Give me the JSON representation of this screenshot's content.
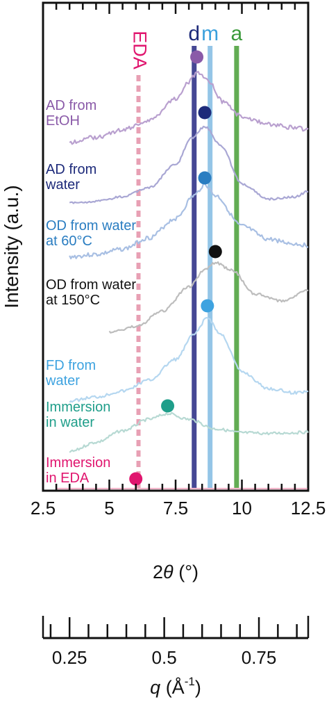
{
  "chart_data": [
    {
      "type": "line",
      "xlabel_prefix": "2",
      "xlabel_symbol": "θ",
      "xlabel_unit": " (°)",
      "ylabel": "Intensity (a.u.)",
      "xlim": [
        2.5,
        12.5
      ],
      "x_ticks": [
        "2.5",
        "5",
        "7.5",
        "10",
        "12.5"
      ],
      "grid": false,
      "reference_lines": [
        {
          "label": "EDA",
          "x": 6.1,
          "color": "#e8a0b4",
          "style": "dashed",
          "label_color": "#e0156e"
        },
        {
          "label": "d",
          "x": 8.2,
          "color": "#3d3f8f",
          "style": "solid",
          "label_color": "#1d2a7a"
        },
        {
          "label": "m",
          "x": 8.8,
          "color": "#8fc2e6",
          "style": "solid",
          "label_color": "#3aa0dc"
        },
        {
          "label": "a",
          "x": 9.8,
          "color": "#5aa84a",
          "style": "solid",
          "label_color": "#3a9a3a"
        }
      ],
      "series": [
        {
          "label_lines": [
            "AD from",
            "EtOH"
          ],
          "color": "#8a5aa8",
          "line_color": "#b9a0cf",
          "peak_x": 8.3,
          "x": [
            3.5,
            4.5,
            5.5,
            6.5,
            7.5,
            8.0,
            8.3,
            8.7,
            9.3,
            10.0,
            11.0,
            12.0,
            12.5
          ],
          "y": [
            0.05,
            0.12,
            0.22,
            0.35,
            0.65,
            0.88,
            1.0,
            0.9,
            0.6,
            0.4,
            0.3,
            0.25,
            0.22
          ]
        },
        {
          "label_lines": [
            "AD from",
            "water"
          ],
          "color": "#1d2a7a",
          "line_color": "#a9a7d4",
          "peak_x": 8.6,
          "x": [
            3.5,
            4.5,
            5.5,
            6.5,
            7.5,
            8.1,
            8.6,
            9.2,
            10.0,
            11.0,
            12.0,
            12.5
          ],
          "y": [
            0.0,
            0.02,
            0.08,
            0.2,
            0.5,
            0.85,
            1.0,
            0.75,
            0.25,
            0.05,
            0.08,
            0.15
          ]
        },
        {
          "label_lines": [
            "OD from water",
            "at 60°C"
          ],
          "color": "#2a7dc1",
          "line_color": "#a8bfe3",
          "peak_x": 8.6,
          "x": [
            3.5,
            4.5,
            5.5,
            6.5,
            7.5,
            8.2,
            8.6,
            9.0,
            10.0,
            11.0,
            12.0,
            12.5
          ],
          "y": [
            0.05,
            0.08,
            0.15,
            0.3,
            0.55,
            0.85,
            1.0,
            0.85,
            0.45,
            0.28,
            0.22,
            0.2
          ]
        },
        {
          "label_lines": [
            "OD from water",
            "at 150°C"
          ],
          "color": "#111111",
          "line_color": "#bdbdbd",
          "peak_x": 9.0,
          "x": [
            5.0,
            6.0,
            7.0,
            8.0,
            8.6,
            9.0,
            9.6,
            10.5,
            11.5,
            12.5
          ],
          "y": [
            0.0,
            0.08,
            0.3,
            0.65,
            0.9,
            1.0,
            0.9,
            0.55,
            0.45,
            0.6
          ]
        },
        {
          "label_lines": [
            "FD from",
            "water"
          ],
          "color": "#3ea3e0",
          "line_color": "#b5d7f0",
          "peak_x": 8.7,
          "x": [
            3.5,
            4.5,
            5.5,
            6.5,
            7.5,
            8.2,
            8.7,
            9.2,
            10.0,
            11.0,
            12.0,
            12.5
          ],
          "y": [
            0.0,
            0.05,
            0.12,
            0.25,
            0.5,
            0.8,
            1.0,
            0.8,
            0.35,
            0.15,
            0.1,
            0.12
          ]
        },
        {
          "label_lines": [
            "Immersion",
            "in water"
          ],
          "color": "#1f9e8a",
          "line_color": "#b7d9d3",
          "peak_x": 7.2,
          "x": [
            3.5,
            4.5,
            5.5,
            6.5,
            7.2,
            8.0,
            9.0,
            10.0,
            11.0,
            12.0,
            12.5
          ],
          "y": [
            0.0,
            0.25,
            0.55,
            0.85,
            1.0,
            0.85,
            0.6,
            0.5,
            0.48,
            0.5,
            0.52
          ]
        },
        {
          "label_lines": [
            "Immersion",
            "in EDA"
          ],
          "color": "#e0156e",
          "line_color": "#f3b6cb",
          "peak_x": 6.0,
          "x": [
            3.0,
            4.0,
            5.0,
            5.6,
            6.0,
            6.5,
            7.5,
            8.5,
            9.5,
            10.5,
            11.5,
            12.5
          ],
          "y": [
            0.0,
            0.15,
            0.5,
            0.85,
            1.0,
            0.9,
            0.5,
            0.22,
            0.12,
            0.1,
            0.08,
            0.07
          ]
        }
      ]
    },
    {
      "type": "axis",
      "xlabel_symbol": "q",
      "xlabel_unit": " (Å",
      "xlabel_exp": "-1",
      "xlabel_close": ")",
      "x_ticks": [
        "0.25",
        "0.5",
        "0.75"
      ],
      "x_tick_values": [
        0.25,
        0.5,
        0.75
      ],
      "xlim": [
        0.18,
        0.88
      ]
    }
  ]
}
